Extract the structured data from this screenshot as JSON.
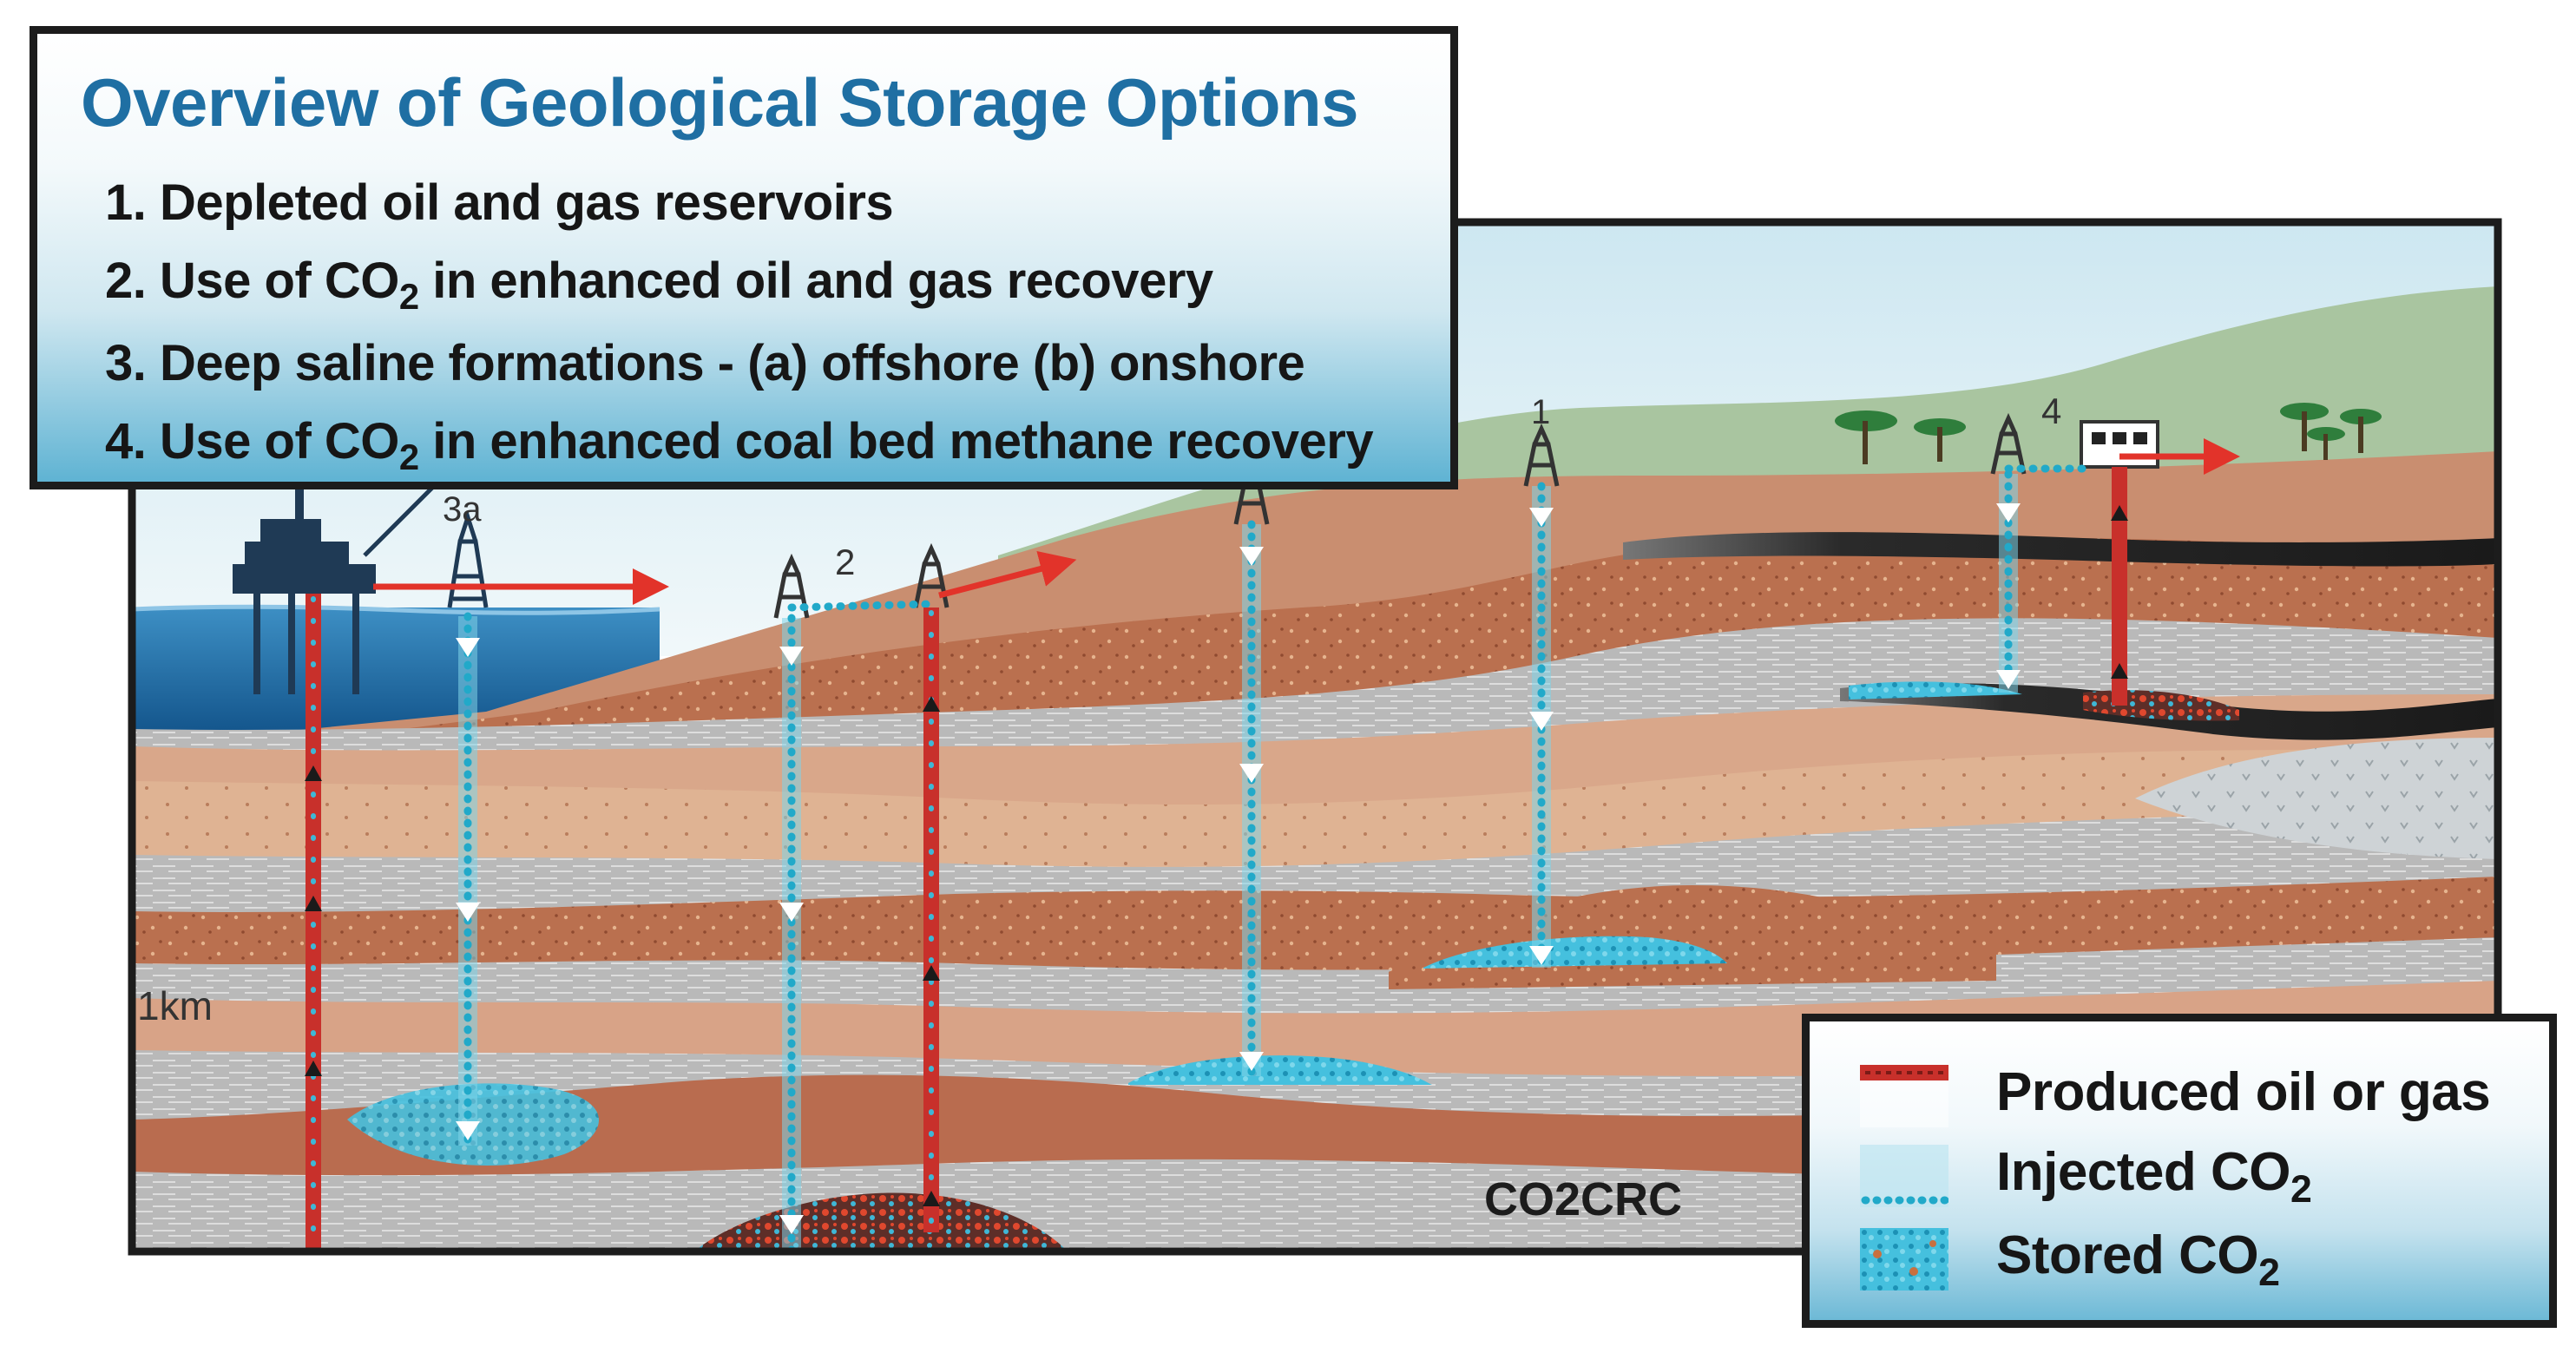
{
  "title": "Overview of Geological Storage Options",
  "options": [
    {
      "num": "1.",
      "before": "Depleted oil and gas reservoirs",
      "sub": "",
      "after": ""
    },
    {
      "num": "2.",
      "before": "Use of CO",
      "sub": "2",
      "after": " in enhanced oil and gas recovery"
    },
    {
      "num": "3.",
      "before": "Deep saline formations - (a) offshore (b) onshore",
      "sub": "",
      "after": ""
    },
    {
      "num": "4.",
      "before": "Use of CO",
      "sub": "2",
      "after": " in enhanced coal bed methane recovery"
    }
  ],
  "labels": {
    "well_1": "1",
    "well_2": "2",
    "well_3a": "3a",
    "well_4": "4",
    "depth": "1km",
    "credit": "CO2CRC"
  },
  "legend": [
    {
      "before": "Produced oil or gas",
      "sub": "",
      "swatch": "produced"
    },
    {
      "before": "Injected CO",
      "sub": "2",
      "swatch": "injected"
    },
    {
      "before": "Stored CO",
      "sub": "2",
      "swatch": "stored"
    }
  ],
  "colors": {
    "title": "#1f6fa3",
    "produced_pipe": "#c8302b",
    "injected_dots": "#21a9c9",
    "stored_co2": "#3cbfdd",
    "red_arrow": "#e2332a",
    "sea": "#1d6fa8",
    "rock_dark": "#b56a4c",
    "rock_light": "#e7c3a8",
    "shale": "#b7b7b7",
    "hills": "#a7c49f",
    "sky": "#e7f3f7"
  }
}
